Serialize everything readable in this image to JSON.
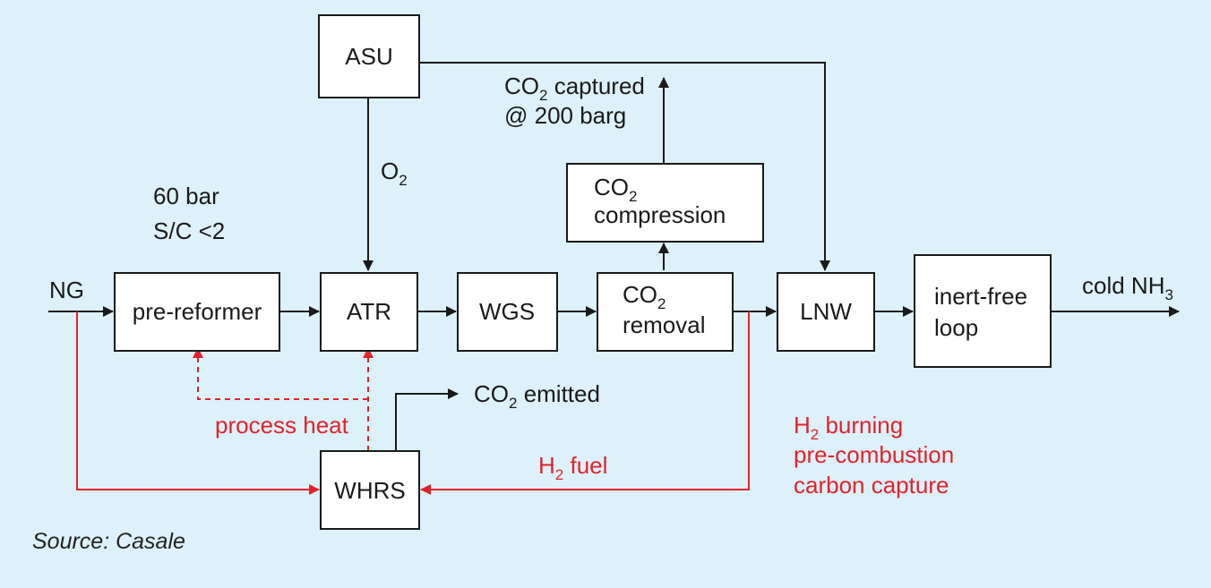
{
  "diagram": {
    "blocks": {
      "asu": "ASU",
      "pre_reformer": "pre-reformer",
      "atr": "ATR",
      "wgs": "WGS",
      "co2_removal": {
        "line1_main": "CO",
        "line1_sub": "2",
        "line2": "removal"
      },
      "co2_compression": {
        "line1_main": "CO",
        "line1_sub": "2",
        "line2": "compression"
      },
      "lnw": "LNW",
      "inert_free_loop": {
        "line1": "inert-free",
        "line2": "loop"
      },
      "whrs": "WHRS"
    },
    "labels": {
      "ng": "NG",
      "conditions_line1": "60 bar",
      "conditions_line2": "S/C <2",
      "o2_main": "O",
      "o2_sub": "2",
      "co2_captured_main": "CO",
      "co2_captured_sub": "2",
      "co2_captured_rest": " captured",
      "co2_captured_line2": "@ 200 barg",
      "cold_nh3_main": "cold NH",
      "cold_nh3_sub": "3",
      "co2_emitted_main": "CO",
      "co2_emitted_sub": "2",
      "co2_emitted_rest": " emitted",
      "process_heat": "process heat",
      "h2_fuel_main": "H",
      "h2_fuel_sub": "2",
      "h2_fuel_rest": " fuel",
      "h2_burning_main": "H",
      "h2_burning_sub": "2",
      "h2_burning_rest": " burning",
      "pre_combustion": "pre-combustion",
      "carbon_capture": "carbon capture"
    },
    "source": "Source: Casale",
    "colors": {
      "background": "#dcf1f9",
      "process_line": "#1a1a1a",
      "heat_fuel_line": "#e3222c"
    }
  }
}
